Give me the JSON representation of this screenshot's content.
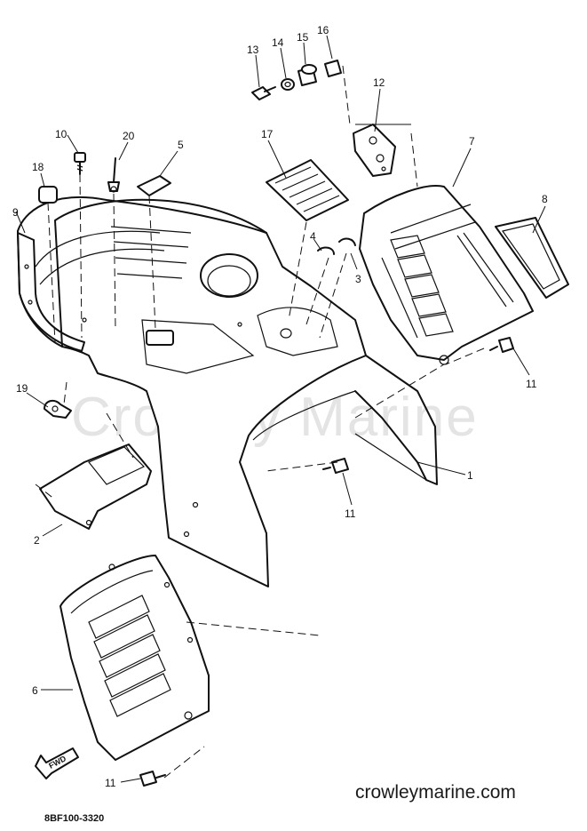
{
  "watermark": "Crowley Marine",
  "site_url": "crowleymarine.com",
  "diagram_code": "8BF100-3320",
  "fwd_label": "FWD",
  "callouts": [
    "1",
    "2",
    "3",
    "4",
    "5",
    "6",
    "7",
    "8",
    "9",
    "10",
    "11",
    "11",
    "11",
    "11",
    "12",
    "13",
    "14",
    "15",
    "16",
    "17",
    "18",
    "19",
    "20"
  ]
}
